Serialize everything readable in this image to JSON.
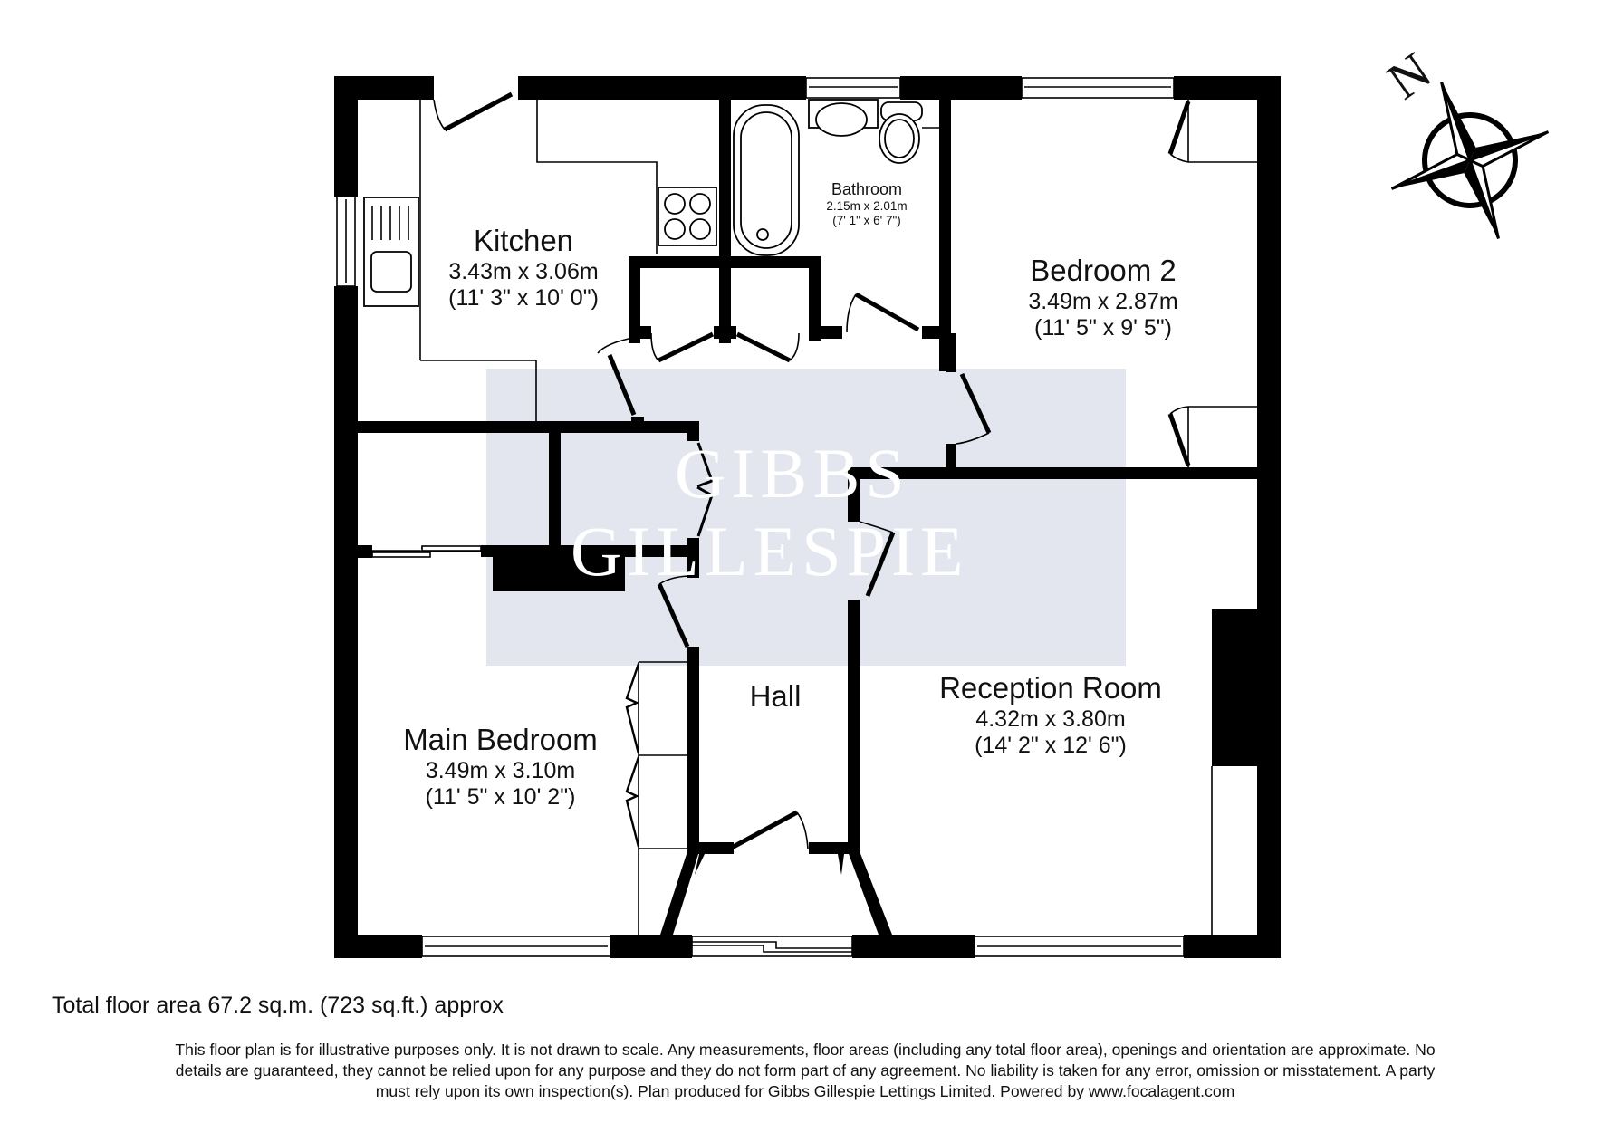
{
  "brand": {
    "watermark_line1": "Gibbs",
    "watermark_line2": "Gillespie",
    "watermark_color": "#e3e6ee"
  },
  "compass": {
    "label": "N",
    "icon": "compass-rose-icon"
  },
  "rooms": {
    "kitchen": {
      "name": "Kitchen",
      "metric": "3.43m x 3.06m",
      "imperial": "(11' 3\" x 10' 0\")"
    },
    "bathroom": {
      "name": "Bathroom",
      "metric": "2.15m x 2.01m",
      "imperial": "(7' 1\" x 6' 7\")"
    },
    "bedroom2": {
      "name": "Bedroom 2",
      "metric": "3.49m x 2.87m",
      "imperial": "(11' 5\" x 9' 5\")"
    },
    "reception": {
      "name": "Reception Room",
      "metric": "4.32m x 3.80m",
      "imperial": "(14' 2\" x 12' 6\")"
    },
    "main_bedroom": {
      "name": "Main Bedroom",
      "metric": "3.49m x 3.10m",
      "imperial": "(11' 5\" x 10' 2\")"
    },
    "hall": {
      "name": "Hall"
    }
  },
  "footer": {
    "total_area": "Total floor area 67.2 sq.m. (723 sq.ft.) approx",
    "disclaimer_line1": "This floor plan is for illustrative purposes only. It is not drawn to scale. Any measurements, floor areas (including any total floor area), openings and orientation are approximate. No",
    "disclaimer_line2": "details are guaranteed, they cannot be relied upon for any purpose and they do not form part of any agreement. No liability is taken for any error, omission or misstatement. A party",
    "disclaimer_line3": "must rely upon its own inspection(s). Plan produced for Gibbs Gillespie Lettings Limited. Powered by www.focalagent.com"
  }
}
